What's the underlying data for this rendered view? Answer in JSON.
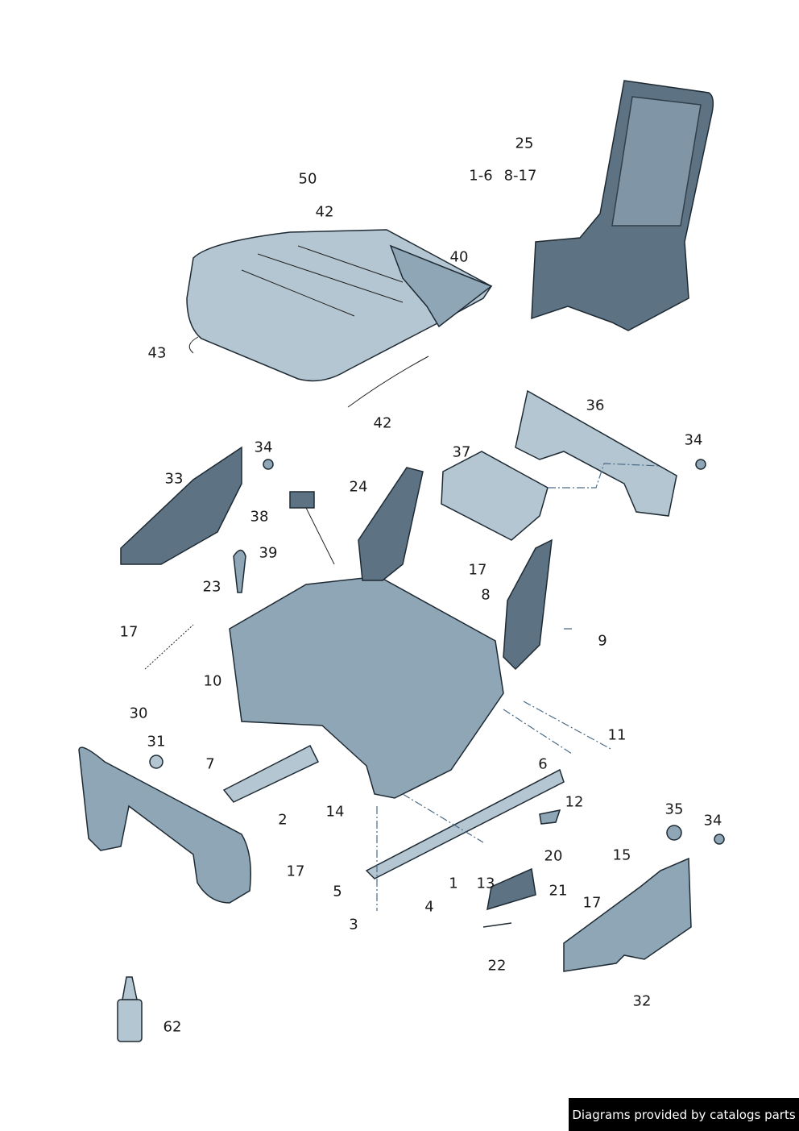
{
  "labels": [
    {
      "text": "25"
    },
    {
      "text": "1-6"
    },
    {
      "text": "8-17"
    },
    {
      "text": "50"
    },
    {
      "text": "42"
    },
    {
      "text": "40"
    },
    {
      "text": "43"
    },
    {
      "text": "42"
    },
    {
      "text": "36"
    },
    {
      "text": "34"
    },
    {
      "text": "34"
    },
    {
      "text": "33"
    },
    {
      "text": "37"
    },
    {
      "text": "24"
    },
    {
      "text": "38"
    },
    {
      "text": "39"
    },
    {
      "text": "17"
    },
    {
      "text": "8"
    },
    {
      "text": "23"
    },
    {
      "text": "17"
    },
    {
      "text": "9"
    },
    {
      "text": "10"
    },
    {
      "text": "30"
    },
    {
      "text": "31"
    },
    {
      "text": "11"
    },
    {
      "text": "7"
    },
    {
      "text": "6"
    },
    {
      "text": "12"
    },
    {
      "text": "2"
    },
    {
      "text": "14"
    },
    {
      "text": "35"
    },
    {
      "text": "34"
    },
    {
      "text": "15"
    },
    {
      "text": "20"
    },
    {
      "text": "17"
    },
    {
      "text": "1"
    },
    {
      "text": "13"
    },
    {
      "text": "21"
    },
    {
      "text": "5"
    },
    {
      "text": "4"
    },
    {
      "text": "17"
    },
    {
      "text": "3"
    },
    {
      "text": "22"
    },
    {
      "text": "32"
    },
    {
      "text": "62"
    }
  ],
  "footer": "Diagrams provided by catalogs parts",
  "colors": {
    "part": "#8fa6b6",
    "outline": "#1e2a33",
    "footer_bg": "#000000"
  }
}
